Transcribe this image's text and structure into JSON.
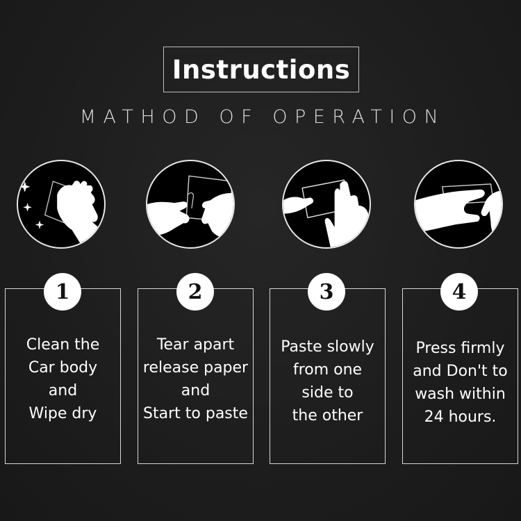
{
  "header": {
    "title": "Instructions",
    "subtitle": "MATHOD OF OPERATION"
  },
  "steps": [
    {
      "number": "1",
      "text": "Clean the\nCar body\nand\nWipe dry",
      "icon": "wipe-hand-icon"
    },
    {
      "number": "2",
      "text": "Tear apart\nrelease paper\nand\nStart to paste",
      "icon": "peel-paper-icon"
    },
    {
      "number": "3",
      "text": "Paste slowly\nfrom one\nside to\nthe other",
      "icon": "apply-sticker-icon"
    },
    {
      "number": "4",
      "text": "Press firmly\nand Don't to\nwash within\n24 hours.",
      "icon": "press-sticker-icon"
    }
  ],
  "colors": {
    "background": "#1e1e1e",
    "text": "#ffffff",
    "circle_fill": "#000000",
    "number_badge": "#ffffff"
  }
}
